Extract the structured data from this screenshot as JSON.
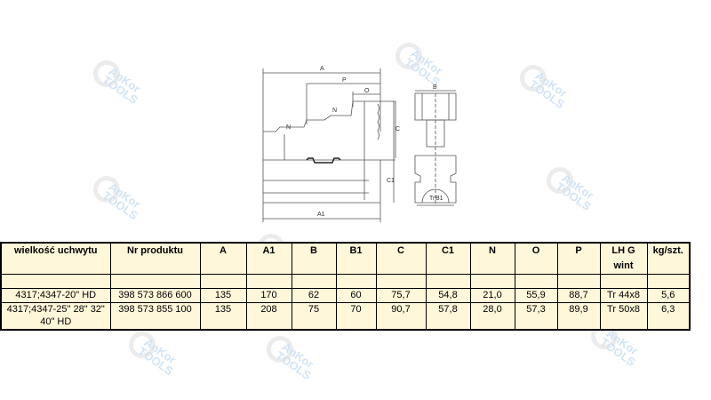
{
  "watermark": {
    "brand": "AnKor",
    "sub": "TOOLS"
  },
  "drawing_labels": {
    "A": "A",
    "P": "P",
    "O": "O",
    "N1": "N",
    "N2": "N",
    "C": "C",
    "C1": "C1",
    "A1": "A1",
    "B": "B",
    "B1": "B1",
    "Tr": "Tr"
  },
  "table": {
    "headers": [
      "wielkość uchwytu",
      "Nr produktu",
      "A",
      "A1",
      "B",
      "B1",
      "C",
      "C1",
      "N",
      "O",
      "P",
      "LH G wint",
      "kg/szt."
    ],
    "rows": [
      [
        "4317;4347-20\" HD",
        "398 573 866 600",
        "135",
        "170",
        "62",
        "60",
        "75,7",
        "54,8",
        "21,0",
        "55,9",
        "88,7",
        "Tr 44x8",
        "5,6"
      ],
      [
        "4317;4347-25\" 28\" 32\" 40\" HD",
        "398 573 855 100",
        "135",
        "208",
        "75",
        "70",
        "90,7",
        "57,8",
        "28,0",
        "57,3",
        "89,9",
        "Tr 50x8",
        "6,3"
      ]
    ]
  }
}
